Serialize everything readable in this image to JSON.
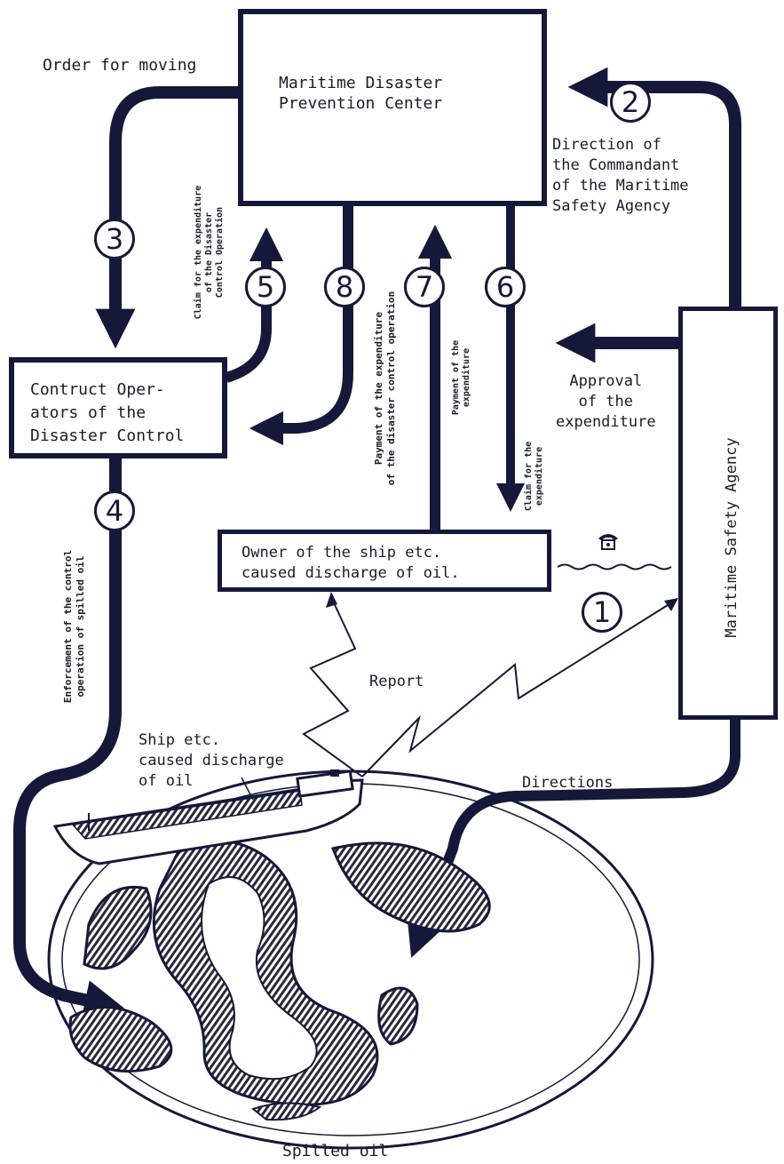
{
  "nodes": {
    "center": "Maritime Disaster\nPrevention Center",
    "contractors": "Contruct Oper-\nators of the\nDisaster Control",
    "owner": "Owner of the ship etc.\ncaused discharge of oil.",
    "agency": "Maritime Safety Agency"
  },
  "labels": {
    "order_for_moving": "Order for moving",
    "direction": "Direction of\nthe Commandant\nof the Maritime\nSafety Agency",
    "approval": "Approval\nof the\nexpenditure",
    "report": "Report",
    "directions": "Directions",
    "ship": "Ship etc.\ncaused discharge\nof oil",
    "spilled_oil": "Spilled oil",
    "claim_center": "Claim for the expenditure\nof the Disaster\nControl Operation",
    "payment_contractors": "Payment of the expenditure\nof the disaster control operation",
    "payment_owner": "Payment of the\nexpenditure",
    "claim_owner": "Claim for the\nexpenditure",
    "enforcement": "Enforcement of the control\noperation of spilled oil"
  },
  "steps": [
    "1",
    "2",
    "3",
    "4",
    "5",
    "6",
    "7",
    "8"
  ],
  "icons": [
    "telephone-icon"
  ],
  "colors": {
    "ink": "#16183a",
    "oil": "#2a2a3a"
  }
}
